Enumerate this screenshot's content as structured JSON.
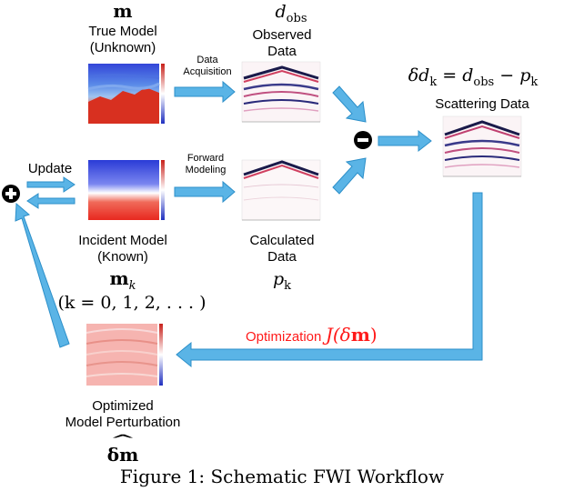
{
  "true_model": {
    "symbol": "m",
    "label_line1": "True Model",
    "label_line2": "(Unknown)"
  },
  "observed": {
    "symbol": "d",
    "symbol_sub": "obs",
    "label_line1": "Observed",
    "label_line2": "Data"
  },
  "data_acquisition": {
    "line1": "Data",
    "line2": "Acquisition"
  },
  "scattering": {
    "eq_lhs": "δd",
    "eq_lhs_sub": "k",
    "eq_eq": " = ",
    "eq_mid": "d",
    "eq_mid_sub": "obs",
    "eq_minus": " − ",
    "eq_rhs": "p",
    "eq_rhs_sub": "k",
    "label": "Scattering Data"
  },
  "update": {
    "label": "Update"
  },
  "forward": {
    "line1": "Forward",
    "line2": "Modeling"
  },
  "incident": {
    "label_line1": "Incident Model",
    "label_line2": "(Known)",
    "symbol": "m",
    "symbol_sub": "k",
    "index": "(k = 0, 1, 2, . . . )"
  },
  "calculated": {
    "label_line1": "Calculated",
    "label_line2": "Data",
    "symbol": "p",
    "symbol_sub": "k"
  },
  "optimization": {
    "label": "Optimization",
    "func": "J(δ",
    "func_bold": "m",
    "func_close": ")",
    "color": "#ff1a1a"
  },
  "perturbation": {
    "label_line1": "Optimized",
    "label_line2": "Model Perturbation",
    "symbol": "δm",
    "hat": "^"
  },
  "caption": "Figure 1: Schematic FWI Workflow",
  "colors": {
    "arrow_fill": "#5ab4e6",
    "arrow_stroke": "#2c8fc9",
    "model_red": "#e8281e",
    "model_blue": "#2a3bd6"
  },
  "icons": {
    "minus": "minus-circle-icon",
    "plus": "plus-circle-icon"
  }
}
